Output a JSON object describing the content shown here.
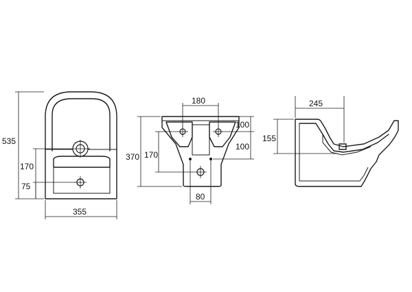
{
  "front_view": {
    "dim_height": "535",
    "dim_width": "355",
    "dim_upper_hole": "170",
    "dim_lower_hole": "75"
  },
  "rear_view": {
    "dim_top_width": "180",
    "dim_height": "370",
    "dim_inner_height": "170",
    "dim_upper_offset": "100",
    "dim_lower_offset": "100",
    "dim_bottom_width": "80"
  },
  "side_view": {
    "dim_depth": "245",
    "dim_height": "155"
  }
}
